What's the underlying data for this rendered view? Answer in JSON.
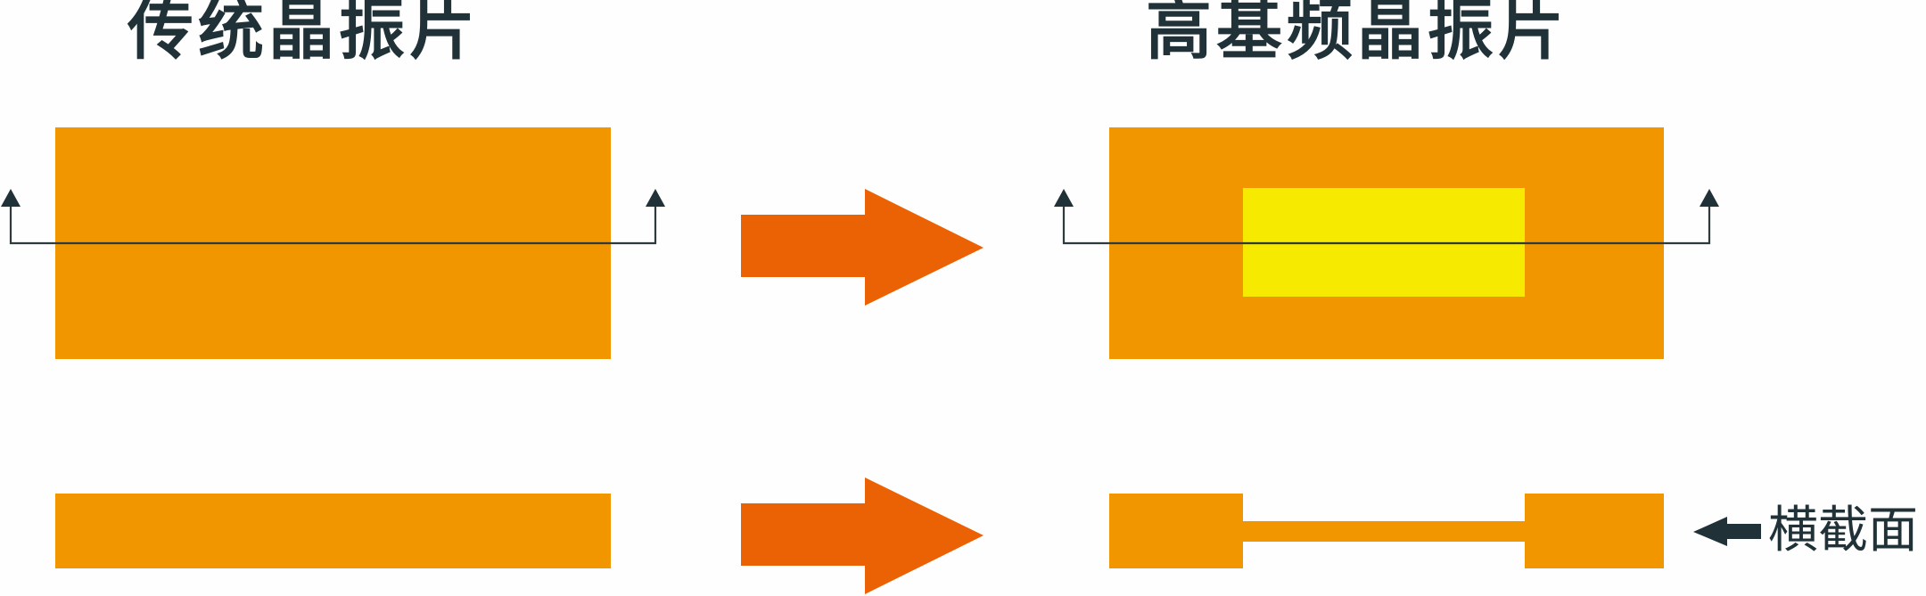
{
  "titles": {
    "left": "传统晶振片",
    "right": "高基频晶振片"
  },
  "labels": {
    "cross_section": "横截面"
  },
  "colors": {
    "crystal_orange": "#F29600",
    "thin_region_yellow": "#F5EA00",
    "transition_arrow": "#EA6204",
    "text_dark": "#203238",
    "section_line": "#2F3A3E",
    "background": "#FEFEFE"
  },
  "diagram": {
    "panels": [
      {
        "name": "traditional-crystal",
        "top_view": "solid rectangle",
        "cross_section": "uniform thickness bar"
      },
      {
        "name": "high-fundamental-crystal",
        "top_view": "rectangle with inverted-mesa center",
        "cross_section": "thick rim with thinned center"
      }
    ],
    "icons": [
      "section-cut-arrow-icon",
      "transition-arrow-icon",
      "pointer-arrow-icon"
    ]
  }
}
